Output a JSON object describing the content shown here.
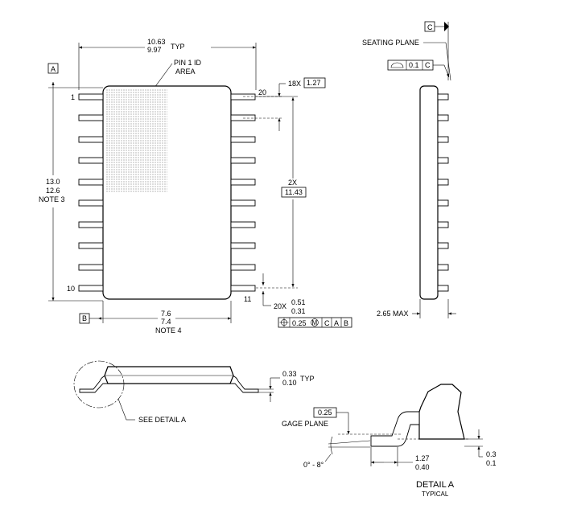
{
  "top_view": {
    "width_max": "10.63",
    "width_min": "9.97",
    "width_suffix": "TYP",
    "pin1_label_line1": "PIN 1 ID",
    "pin1_label_line2": "AREA",
    "pin_first": "1",
    "pin_last_left": "10",
    "pin_last_right": "20",
    "pin_11": "11",
    "datum_a": "A",
    "datum_b": "B",
    "length_max": "13.0",
    "length_min": "12.6",
    "length_note": "NOTE 3",
    "pitch_count": "18X",
    "pitch_value": "1.27",
    "span_count": "2X",
    "span_value": "11.43",
    "lead_count": "20X",
    "lead_width_max": "0.51",
    "lead_width_min": "0.31",
    "body_width_max": "7.6",
    "body_width_min": "7.4",
    "body_width_note": "NOTE 4",
    "position_tolerance": "0.25",
    "position_modifier": "M",
    "position_datum_1": "C",
    "position_datum_2": "A",
    "position_datum_3": "B"
  },
  "side_view": {
    "datum_c": "C",
    "seating_plane_label": "SEATING PLANE",
    "flatness_value": "0.1",
    "flatness_datum": "C",
    "height_label": "2.65 MAX"
  },
  "end_view": {
    "lead_thickness_max": "0.33",
    "lead_thickness_min": "0.10",
    "lead_thickness_suffix": "TYP",
    "see_detail_label": "SEE DETAIL A"
  },
  "detail_a": {
    "gage_value": "0.25",
    "gage_label": "GAGE PLANE",
    "angle_label": "0° - 8°",
    "foot_max": "1.27",
    "foot_min": "0.40",
    "standoff_max": "0.3",
    "standoff_min": "0.1",
    "title": "DETAIL A",
    "subtitle": "TYPICAL"
  },
  "icons": {
    "flatness_symbol": "flatness-icon",
    "position_symbol": "position-icon",
    "seating_arrow": "triangle-icon"
  }
}
